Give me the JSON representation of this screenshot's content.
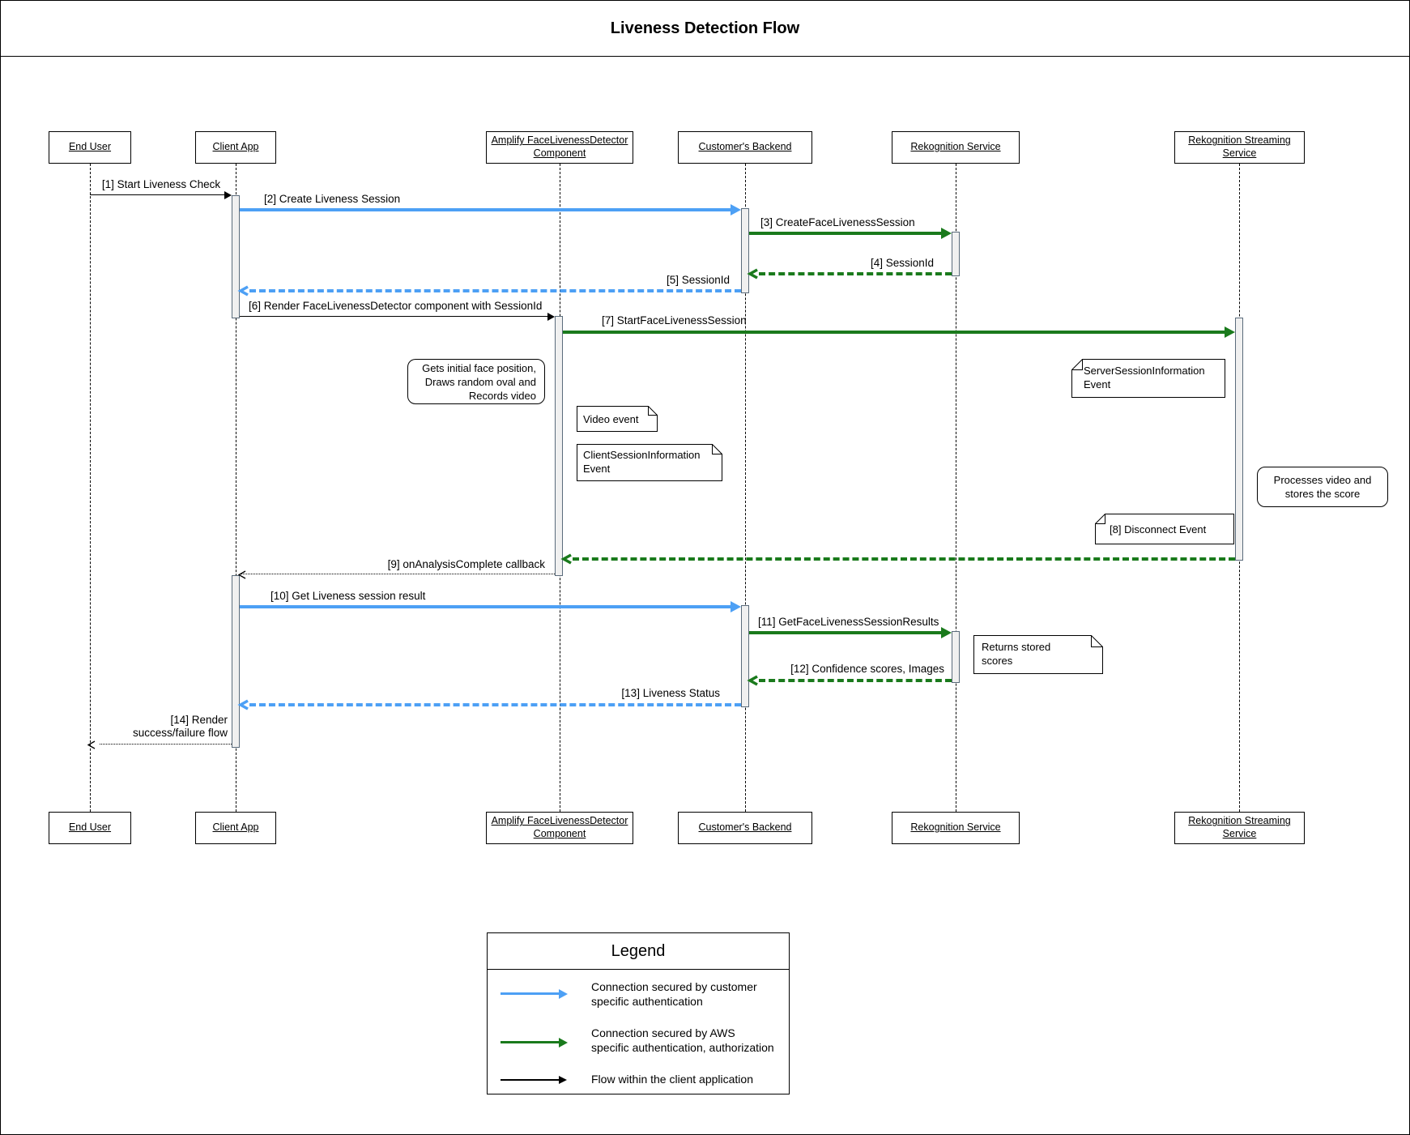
{
  "title": "Liveness Detection Flow",
  "actors": [
    {
      "id": "end-user",
      "name": "End User"
    },
    {
      "id": "client-app",
      "name": "Client App"
    },
    {
      "id": "amplify-facelivenessdetector-component",
      "name": "Amplify FaceLivenessDetector\nComponent"
    },
    {
      "id": "customers-backend",
      "name": "Customer's Backend"
    },
    {
      "id": "rekognition-service",
      "name": "Rekognition Service"
    },
    {
      "id": "rekognition-streaming-service",
      "name": "Rekognition Streaming\nService"
    }
  ],
  "messages": [
    {
      "num": 1,
      "label": "[1] Start Liveness Check",
      "from": "end-user",
      "to": "client-app",
      "style": "solid",
      "security": "client-flow"
    },
    {
      "num": 2,
      "label": "[2] Create Liveness Session",
      "from": "client-app",
      "to": "customers-backend",
      "style": "solid",
      "security": "customer-auth"
    },
    {
      "num": 3,
      "label": "[3] CreateFaceLivenessSession",
      "from": "customers-backend",
      "to": "rekognition-service",
      "style": "solid",
      "security": "aws-auth"
    },
    {
      "num": 4,
      "label": "[4] SessionId",
      "from": "rekognition-service",
      "to": "customers-backend",
      "style": "dashed",
      "security": "aws-auth"
    },
    {
      "num": 5,
      "label": "[5] SessionId",
      "from": "customers-backend",
      "to": "client-app",
      "style": "dashed",
      "security": "customer-auth"
    },
    {
      "num": 6,
      "label": "[6] Render FaceLivenessDetector component with SessionId",
      "from": "client-app",
      "to": "amplify-facelivenessdetector-component",
      "style": "solid",
      "security": "client-flow"
    },
    {
      "num": 7,
      "label": "[7] StartFaceLivenessSession",
      "from": "amplify-facelivenessdetector-component",
      "to": "rekognition-streaming-service",
      "style": "solid",
      "security": "aws-auth"
    },
    {
      "num": 8,
      "label": "",
      "from": "rekognition-streaming-service",
      "to": "amplify-facelivenessdetector-component",
      "style": "dashed",
      "security": "aws-auth"
    },
    {
      "num": 9,
      "label": "[9] onAnalysisComplete callback",
      "from": "amplify-facelivenessdetector-component",
      "to": "client-app",
      "style": "dotted",
      "security": "client-flow"
    },
    {
      "num": 10,
      "label": "[10] Get Liveness session result",
      "from": "client-app",
      "to": "customers-backend",
      "style": "solid",
      "security": "customer-auth"
    },
    {
      "num": 11,
      "label": "[11] GetFaceLivenessSessionResults",
      "from": "customers-backend",
      "to": "rekognition-service",
      "style": "solid",
      "security": "aws-auth"
    },
    {
      "num": 12,
      "label": "[12] Confidence scores, Images",
      "from": "rekognition-service",
      "to": "customers-backend",
      "style": "dashed",
      "security": "aws-auth"
    },
    {
      "num": 13,
      "label": "[13] Liveness Status",
      "from": "customers-backend",
      "to": "client-app",
      "style": "dashed",
      "security": "customer-auth"
    },
    {
      "num": 14,
      "label": "[14] Render\nsuccess/failure flow",
      "from": "client-app",
      "to": "end-user",
      "style": "dotted",
      "security": "client-flow"
    }
  ],
  "notes": [
    {
      "id": "face-position-note",
      "shape": "rounded",
      "text": "Gets initial face position,\nDraws random oval and\nRecords video"
    },
    {
      "id": "server-session-note",
      "shape": "note",
      "text": "ServerSessionInformation\nEvent"
    },
    {
      "id": "video-event-note",
      "shape": "note",
      "text": "Video event"
    },
    {
      "id": "client-session-note",
      "shape": "note",
      "text": "ClientSessionInformation\nEvent"
    },
    {
      "id": "processes-video-note",
      "shape": "rounded",
      "text": "Processes video and\nstores the score"
    },
    {
      "id": "disconnect-note",
      "shape": "note",
      "text": "[8] Disconnect Event"
    },
    {
      "id": "returns-scores-note",
      "shape": "note",
      "text": "Returns stored\nscores"
    }
  ],
  "legend": {
    "title": "Legend",
    "items": [
      {
        "label": "Connection secured by customer\nspecific authentication",
        "color": "#4DA0F5"
      },
      {
        "label": "Connection secured by AWS\nspecific authentication, authorization",
        "color": "#1A7A1C"
      },
      {
        "label": "Flow within the client application",
        "color": "#000000"
      }
    ]
  },
  "colors": {
    "customer_auth_blue": "#4DA0F5",
    "aws_auth_green": "#1A7A1C",
    "client_flow_black": "#000000",
    "activation_fill": "#F0F0F0",
    "activation_border": "#5A6B7B"
  }
}
